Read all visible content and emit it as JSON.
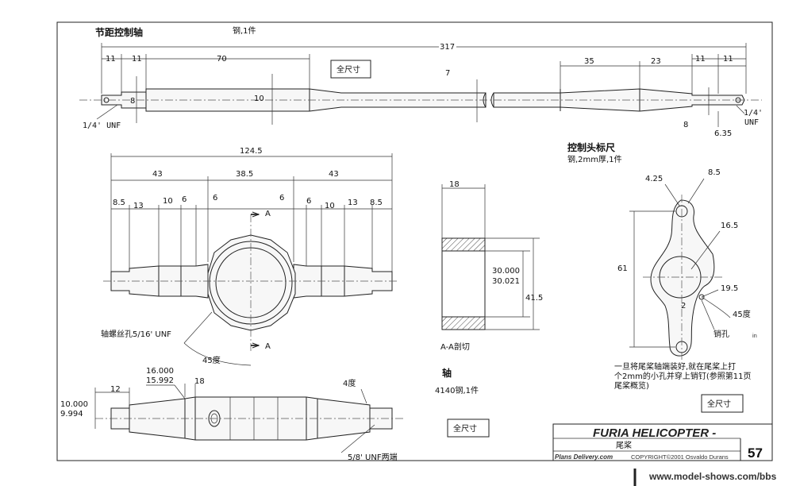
{
  "tail_rotor_shaft": {
    "title": "节距控制轴",
    "material": "钢,1件",
    "full_size": "全尺寸",
    "dims": {
      "overall": "317",
      "d11a": "11",
      "d11b": "11",
      "d70": "70",
      "d35": "35",
      "d23": "23",
      "d11c": "11",
      "d11d": "11",
      "dia8_left": "8",
      "dia10": "10",
      "dia7": "7",
      "dia8_right": "8",
      "dia635": "6.35"
    },
    "thread_left": "1/4' UNF",
    "thread_right_a": "1/4'",
    "thread_right_b": "UNF"
  },
  "control_head": {
    "title": "控制头标尺",
    "material": "钢,2mm厚,1件",
    "dims": {
      "r425": "4.25",
      "r85": "8.5",
      "r165": "16.5",
      "d61": "61",
      "d195": "19.5",
      "d2": "2"
    },
    "angle": "45度",
    "pin_hole": "销孔",
    "pin_hole_suffix": "in",
    "note_line1": "一旦将尾桨轴端装好,就在尾桨上打",
    "note_line2": "个2mm的小孔并穿上销钉(参照第11页",
    "note_line3": "尾桨概览)",
    "full_size": "全尺寸"
  },
  "hub": {
    "dims": {
      "overall": "124.5",
      "d43a": "43",
      "d385": "38.5",
      "d43b": "43",
      "d85a": "8.5",
      "d13a": "13",
      "d10a": "10",
      "d6a": "6",
      "d6b": "6",
      "d6c": "6",
      "d6d": "6",
      "d10b": "10",
      "d13b": "13",
      "d85b": "8.5"
    },
    "section_mark": "A",
    "thread_note": "轴螺丝孔5/16' UNF",
    "angle": "45度"
  },
  "section": {
    "d18": "18",
    "bore_a": "30.000",
    "bore_b": "30.021",
    "d415": "41.5",
    "caption": "A-A剖切"
  },
  "axle": {
    "title": "轴",
    "material": "4140钢,1件",
    "full_size": "全尺寸",
    "dims": {
      "d16a": "16.000",
      "d16b": "15.992",
      "d10a": "10.000",
      "d10b": "9.994",
      "d12": "12",
      "d18": "18"
    },
    "angle": "4度",
    "thread_note": "5/8' UNF两端"
  },
  "title_block": {
    "title": "FURIA HELICOPTER -",
    "subtitle": "尾桨",
    "brand": "Plans Delivery.com",
    "copyright": "COPYRIGHT©2001 Osvaldo Durans",
    "page": "57"
  },
  "watermark": "www.model-shows.com/bbs"
}
